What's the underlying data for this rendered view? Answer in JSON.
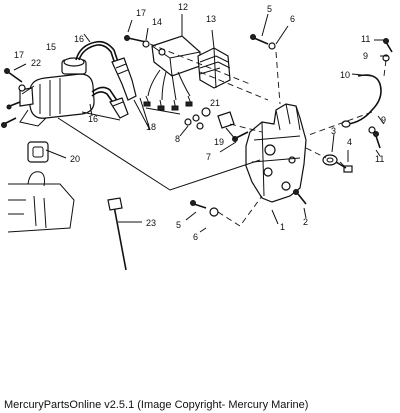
{
  "callouts": [
    "1",
    "2",
    "3",
    "4",
    "5",
    "6",
    "7",
    "8",
    "9",
    "10",
    "11",
    "12",
    "13",
    "14",
    "15",
    "16",
    "17",
    "18",
    "19",
    "20",
    "21",
    "22",
    "23"
  ],
  "footer": {
    "text": "MercuryPartsOnline v2.5.1 (Image Copyright- Mercury Marine)"
  }
}
